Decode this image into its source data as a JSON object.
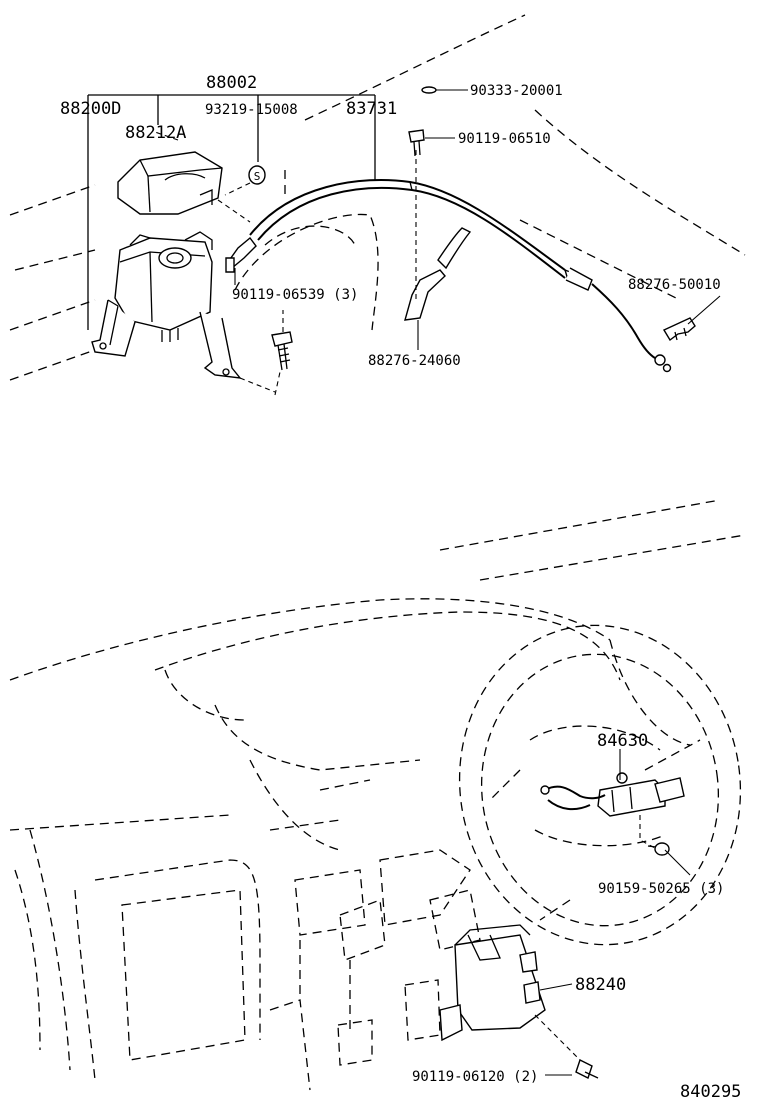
{
  "diagram_id": "840295",
  "labels": {
    "p88002": "88002",
    "p88200D": "88200D",
    "p93219": "93219-15008",
    "p83731": "83731",
    "p88212A": "88212A",
    "p90333": "90333-20001",
    "p90119_06510": "90119-06510",
    "p88276_50010": "88276-50010",
    "p90119_06539": "90119-06539 (3)",
    "p88276_24060": "88276-24060",
    "p84630": "84630",
    "p90159": "90159-50265 (3)",
    "p88240": "88240",
    "p90119_06120": "90119-06120 (2)"
  }
}
